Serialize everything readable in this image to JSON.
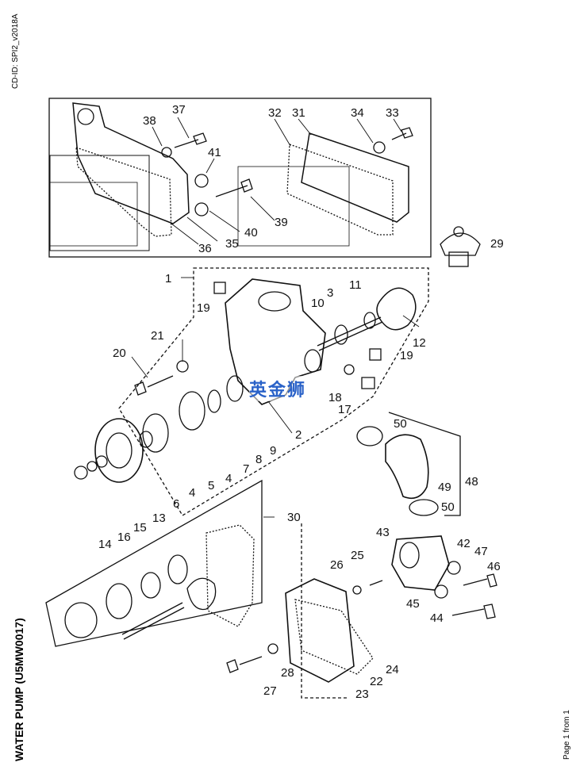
{
  "header": {
    "cd_id": "CD-ID: SPI2_v2018A"
  },
  "title": "WATER PUMP (U5MW0017)",
  "footer": {
    "page": "Page 1 from 1"
  },
  "watermark": "英金狮",
  "callouts": {
    "1": "1",
    "2": "2",
    "3": "3",
    "4a": "4",
    "4b": "4",
    "5": "5",
    "6": "6",
    "7": "7",
    "8": "8",
    "9": "9",
    "10": "10",
    "11": "11",
    "12": "12",
    "13": "13",
    "14": "14",
    "15": "15",
    "16": "16",
    "17": "17",
    "18": "18",
    "19a": "19",
    "19b": "19",
    "20": "20",
    "21": "21",
    "22": "22",
    "23": "23",
    "24": "24",
    "25": "25",
    "26": "26",
    "27": "27",
    "28": "28",
    "29": "29",
    "30": "30",
    "31": "31",
    "32": "32",
    "33": "33",
    "34": "34",
    "35": "35",
    "36": "36",
    "37": "37",
    "38": "38",
    "39": "39",
    "40": "40",
    "41": "41",
    "42": "42",
    "43": "43",
    "44": "44",
    "45": "45",
    "46": "46",
    "47": "47",
    "48": "48",
    "49": "49",
    "50a": "50",
    "50b": "50"
  }
}
